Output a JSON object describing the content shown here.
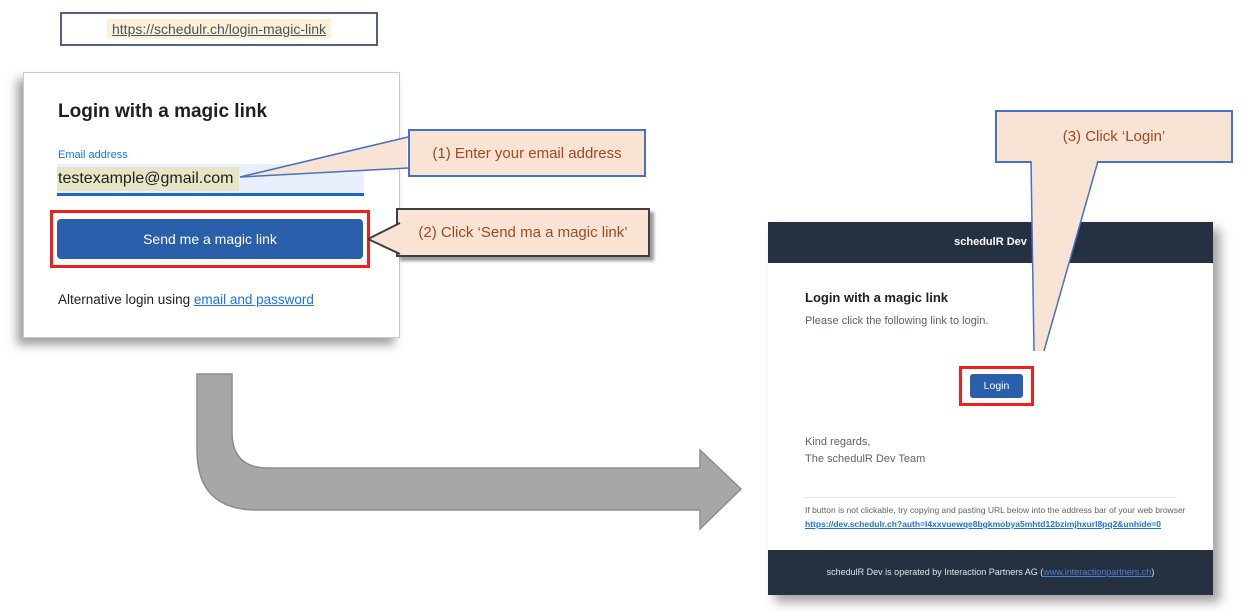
{
  "url_box": {
    "url": "https://schedulr.ch/login-magic-link"
  },
  "login_card": {
    "title": "Login with a magic link",
    "email_label": "Email address",
    "email_value": "testexample@gmail.com",
    "submit_label": "Send me a magic link",
    "alt_login_prefix": "Alternative login using ",
    "alt_login_link": "email and password"
  },
  "callouts": {
    "step1": "(1) Enter your email address",
    "step2": "(2) Click ‘Send ma a magic link’",
    "step3": "(3) Click ‘Login’"
  },
  "email_preview": {
    "header": "schedulR Dev",
    "title": "Login with a magic link",
    "body": "Please click the following link to login.",
    "login_button": "Login",
    "signoff_line1": "Kind regards,",
    "signoff_line2": "The schedulR Dev Team",
    "fallback_note": "If button is not clickable, try copying and pasting URL below into the address bar of your web browser",
    "fallback_url": "https://dev.schedulr.ch?auth=l4xxvuewqe8bgkmobya5mhtd12bzimjhxurl8pq2&unhide=0",
    "footer_prefix": "schedulR Dev is operated by Interaction Partners AG (",
    "footer_link": "www.interactionpartners.ch",
    "footer_suffix": ")"
  },
  "colors": {
    "button_blue": "#2a5fac",
    "link_blue": "#1a73e8",
    "header_navy": "#253140",
    "callout_fill": "#f8e3d4",
    "callout_border_blue": "#4472c4",
    "callout_text_brown": "#9e4b22",
    "highlight_red_outline": "#ee2019",
    "email_value_highlight": "#e8e5c6",
    "url_highlight": "#fcf2d3",
    "arrow_gray": "#a7a7a7"
  }
}
